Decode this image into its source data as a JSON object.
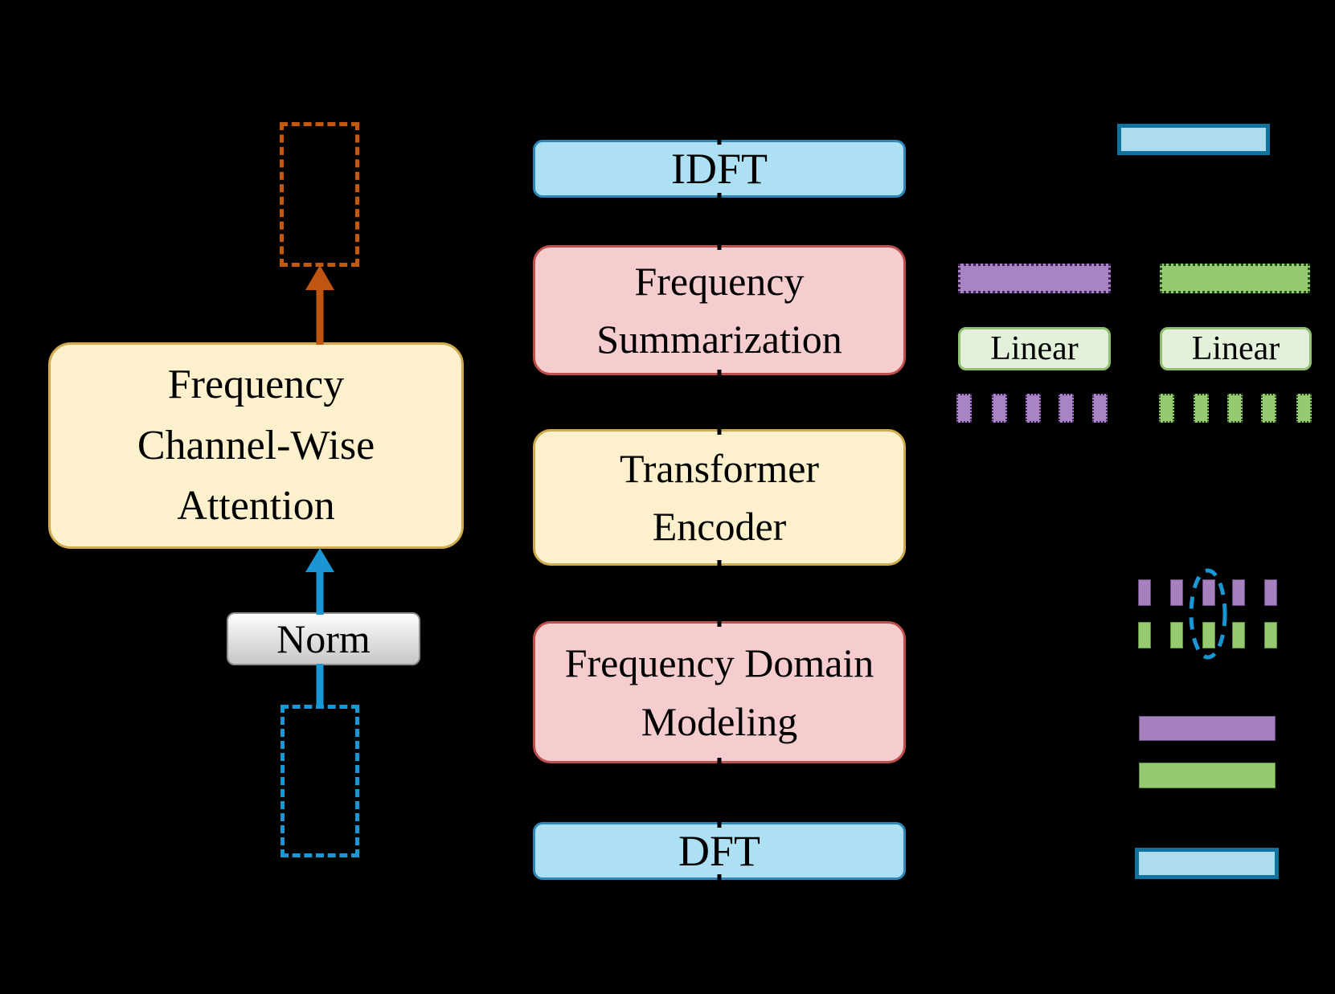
{
  "diagram": {
    "left_branch": {
      "attention_label": "Frequency\nChannel-Wise\nAttention",
      "norm_label": "Norm"
    },
    "pipeline": [
      {
        "label": "IDFT",
        "style": "blue"
      },
      {
        "label": "Frequency\nSummarization",
        "style": "pink"
      },
      {
        "label": "Transformer\nEncoder",
        "style": "yellow"
      },
      {
        "label": "Frequency Domain\nModeling",
        "style": "pink"
      },
      {
        "label": "DFT",
        "style": "blue"
      }
    ],
    "right_branch": {
      "linear_left_label": "Linear",
      "linear_right_label": "Linear"
    },
    "colors": {
      "background": "#000000",
      "orange_dashed": "#c2590f",
      "blue_dashed": "#1a96d5",
      "azure_fill": "#aedcee",
      "azure_border": "#10739e",
      "pipeline_blue_fill": "#ace0f2",
      "pipeline_blue_border": "#2e87b7",
      "pink_fill": "#f6cdcf",
      "pink_border": "#bd4f4c",
      "yellow_fill": "#fdf1cd",
      "yellow_border": "#d0ab4e",
      "purple_fill": "#a780c0",
      "green_fill": "#97ca70",
      "linear_fill": "#e3f0da",
      "linear_border": "#8fc171",
      "norm_fill": "#dcdcdc"
    }
  }
}
